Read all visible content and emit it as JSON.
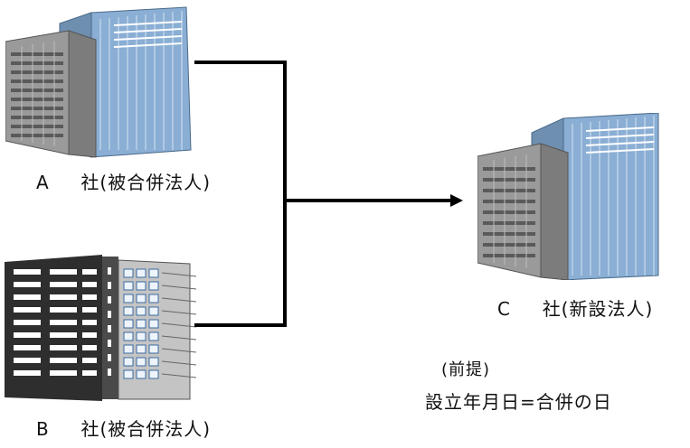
{
  "companies": {
    "a": {
      "letter": "A",
      "label": "社(被合併法人)"
    },
    "b": {
      "letter": "B",
      "label": "社(被合併法人)"
    },
    "c": {
      "letter": "C",
      "label": "社(新設法人)"
    }
  },
  "premise": {
    "heading": "(前提)",
    "text": "設立年月日=合併の日"
  },
  "colors": {
    "line": "#000000",
    "building_blue": "#8aaed4",
    "building_gray": "#9a9a9a",
    "building_dark": "#333333"
  }
}
